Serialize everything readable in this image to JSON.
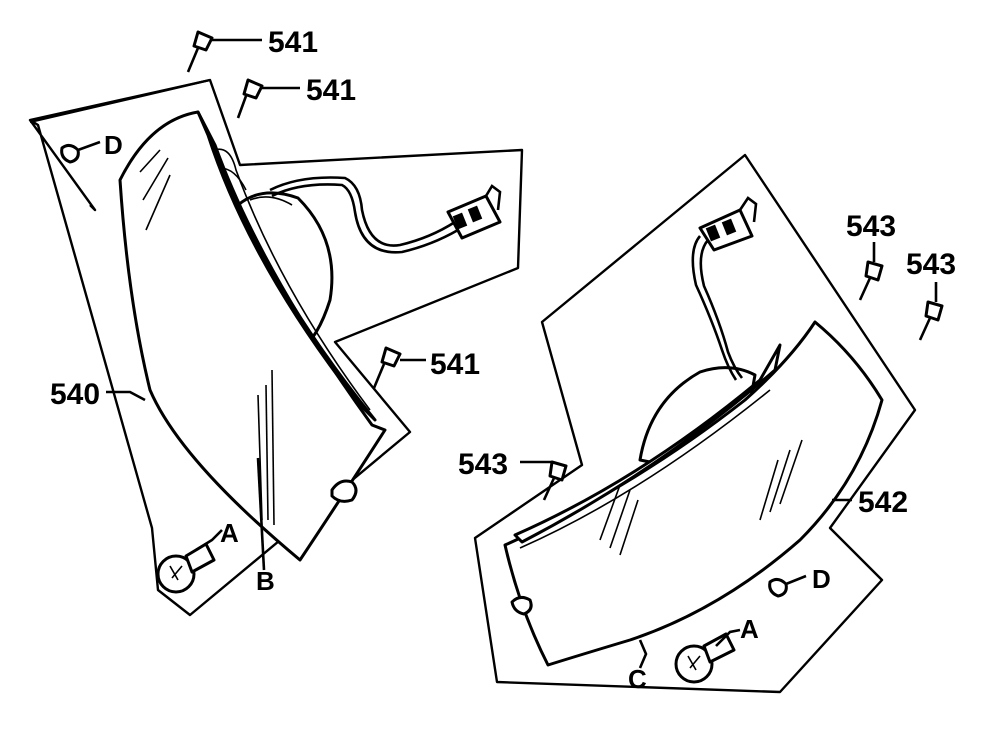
{
  "diagram": {
    "left_assembly": {
      "part_number": "540",
      "screws": [
        {
          "callout": "541"
        },
        {
          "callout": "541"
        },
        {
          "callout": "541"
        }
      ],
      "bulb_label": "A",
      "lens_label": "B",
      "clip_label": "D"
    },
    "right_assembly": {
      "part_number": "542",
      "screws": [
        {
          "callout": "543"
        },
        {
          "callout": "543"
        },
        {
          "callout": "543"
        }
      ],
      "bulb_label": "A",
      "lens_label": "C",
      "clip_label": "D"
    }
  }
}
